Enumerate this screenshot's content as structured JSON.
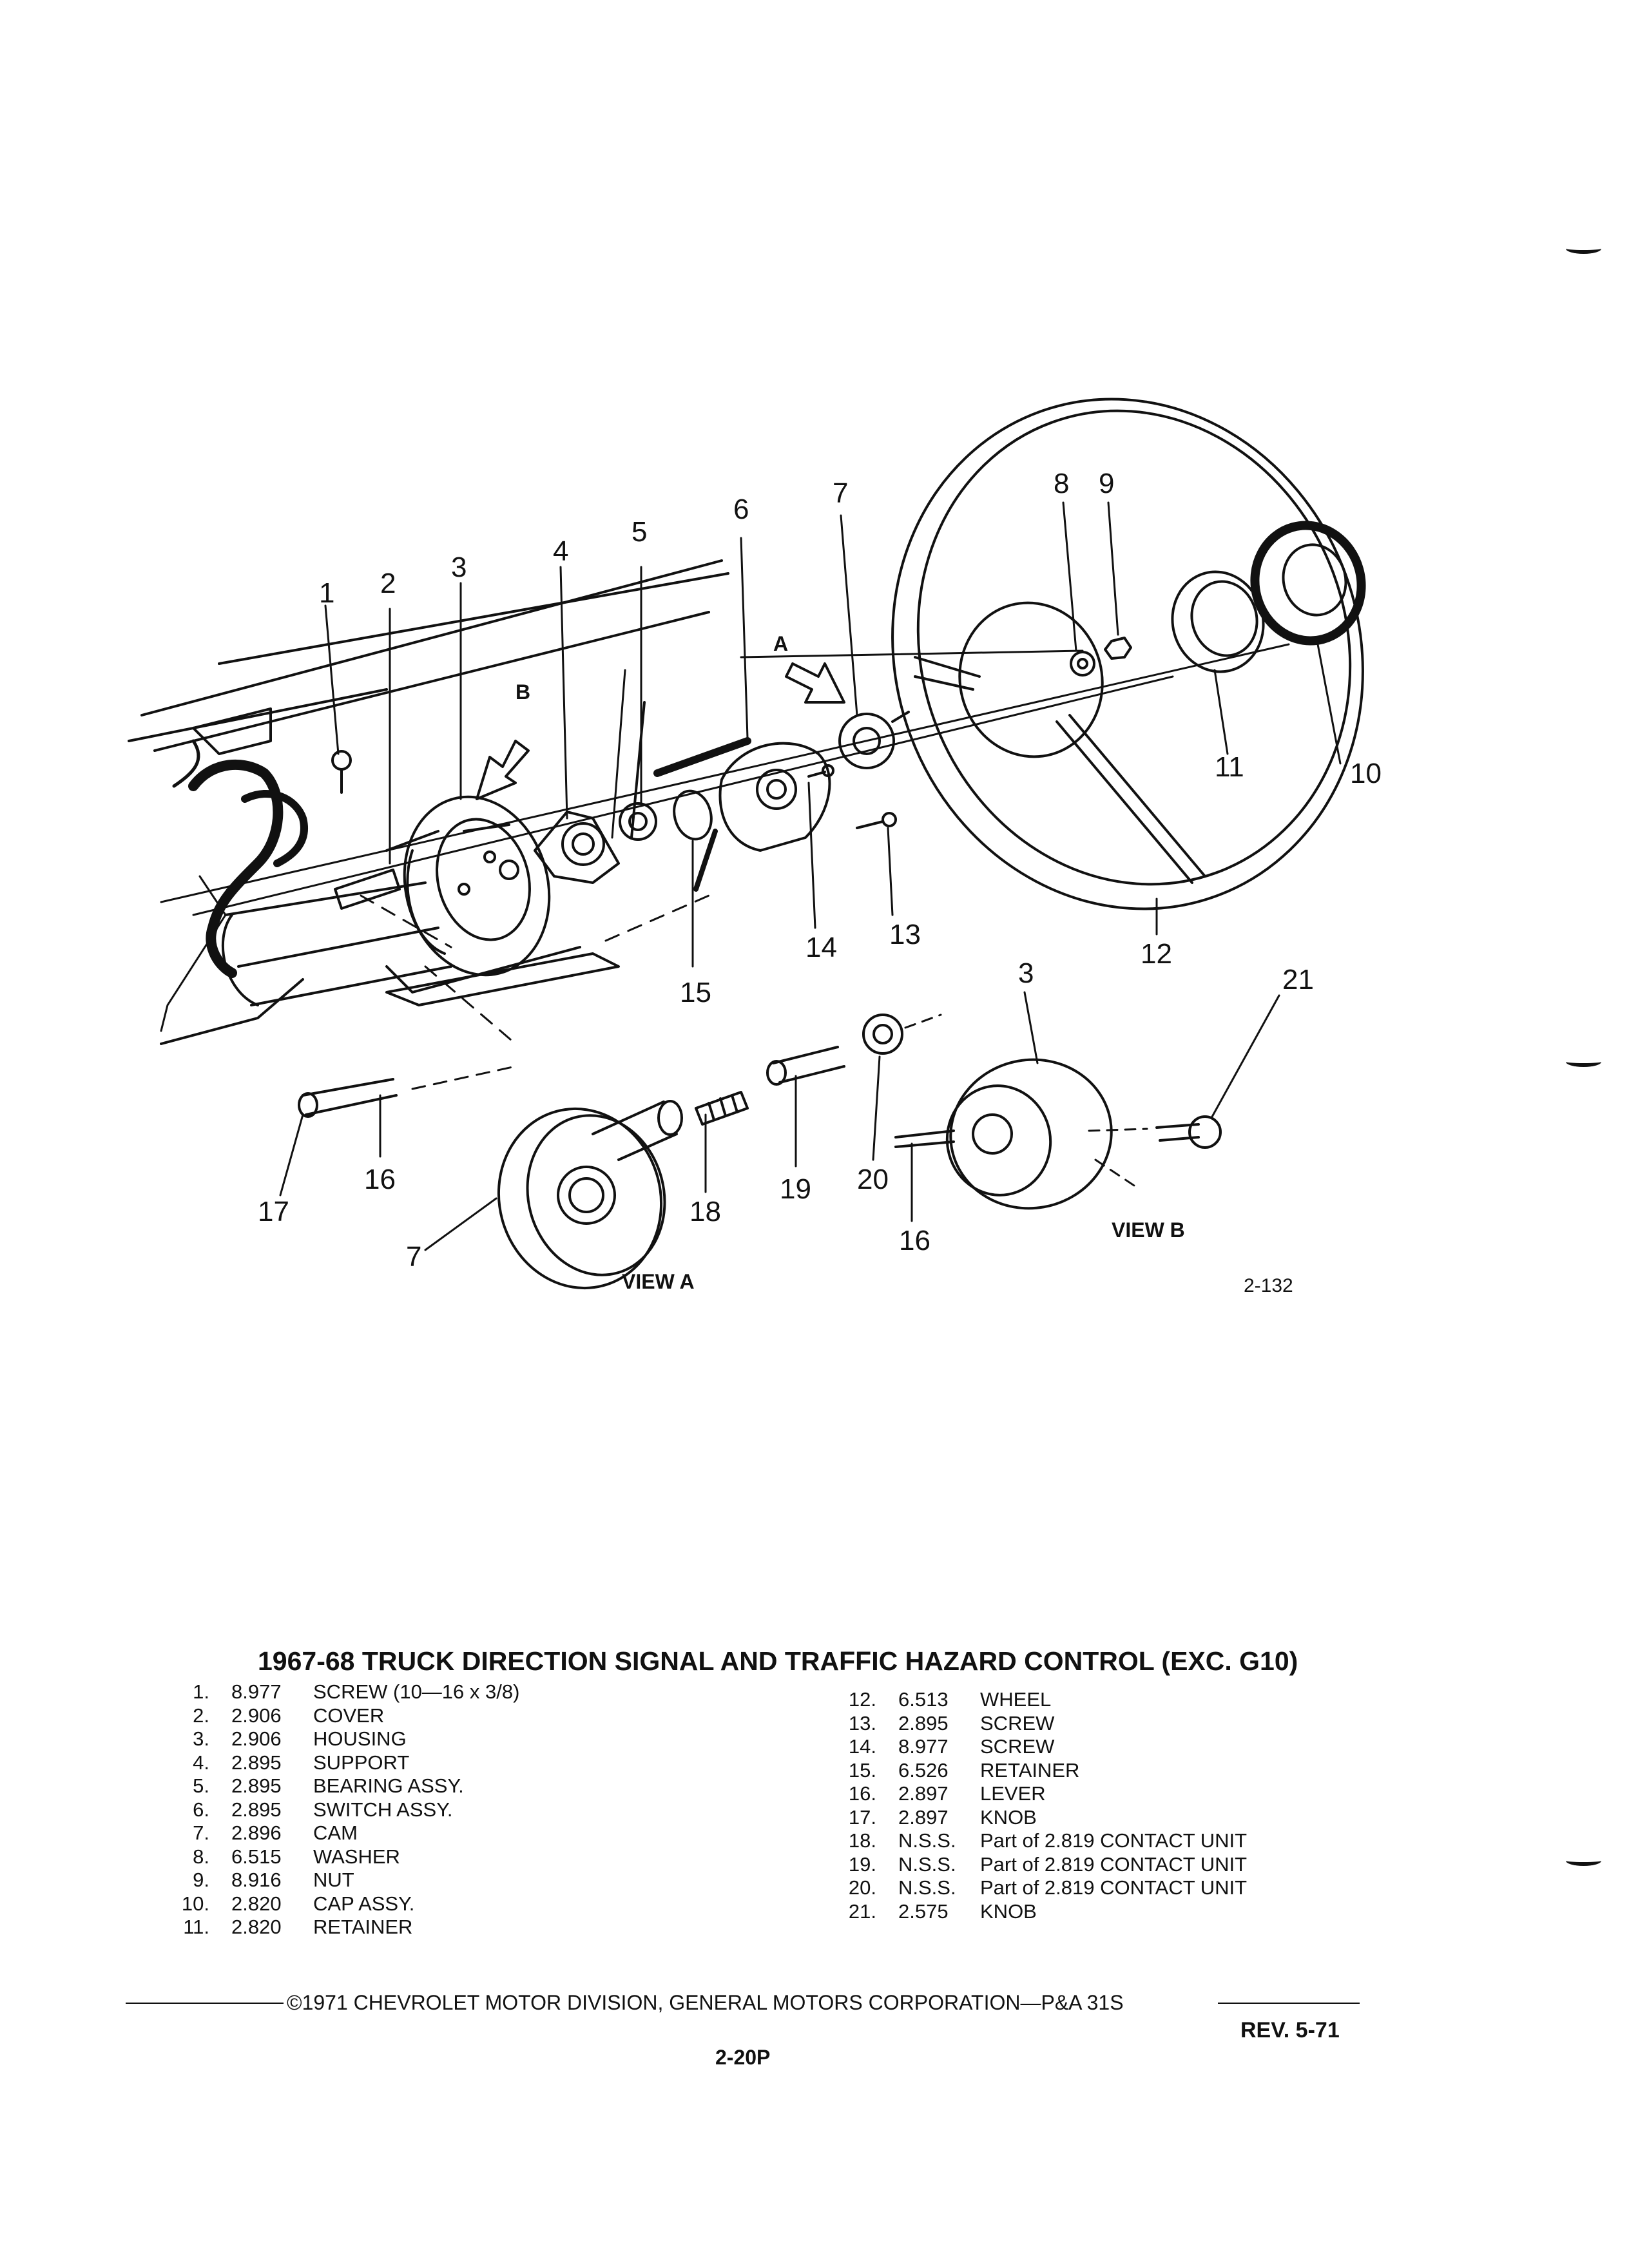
{
  "figure": {
    "callouts": [
      "1",
      "2",
      "3",
      "4",
      "5",
      "6",
      "7",
      "8",
      "9",
      "10",
      "11",
      "12",
      "13",
      "14",
      "15",
      "16",
      "17",
      "18",
      "19",
      "20",
      "21",
      "3",
      "7",
      "16"
    ],
    "view_arrow_labels": [
      "A",
      "B"
    ],
    "view_a_label": "VIEW A",
    "view_b_label": "VIEW B",
    "figure_number": "2-132"
  },
  "title": "1967-68 TRUCK DIRECTION SIGNAL AND TRAFFIC HAZARD CONTROL (EXC. G10)",
  "parts_left": [
    {
      "num": "1.",
      "code": "8.977",
      "desc": "SCREW (10—16 x 3/8)"
    },
    {
      "num": "2.",
      "code": "2.906",
      "desc": "COVER"
    },
    {
      "num": "3.",
      "code": "2.906",
      "desc": "HOUSING"
    },
    {
      "num": "4.",
      "code": "2.895",
      "desc": "SUPPORT"
    },
    {
      "num": "5.",
      "code": "2.895",
      "desc": "BEARING ASSY."
    },
    {
      "num": "6.",
      "code": "2.895",
      "desc": "SWITCH ASSY."
    },
    {
      "num": "7.",
      "code": "2.896",
      "desc": "CAM"
    },
    {
      "num": "8.",
      "code": "6.515",
      "desc": "WASHER"
    },
    {
      "num": "9.",
      "code": "8.916",
      "desc": "NUT"
    },
    {
      "num": "10.",
      "code": "2.820",
      "desc": "CAP ASSY."
    },
    {
      "num": "11.",
      "code": "2.820",
      "desc": "RETAINER"
    }
  ],
  "parts_right": [
    {
      "num": "12.",
      "code": "6.513",
      "desc": "WHEEL"
    },
    {
      "num": "13.",
      "code": "2.895",
      "desc": "SCREW"
    },
    {
      "num": "14.",
      "code": "8.977",
      "desc": "SCREW"
    },
    {
      "num": "15.",
      "code": "6.526",
      "desc": "RETAINER"
    },
    {
      "num": "16.",
      "code": "2.897",
      "desc": "LEVER"
    },
    {
      "num": "17.",
      "code": "2.897",
      "desc": "KNOB"
    },
    {
      "num": "18.",
      "code": "N.S.S.",
      "desc": "Part of 2.819 CONTACT UNIT"
    },
    {
      "num": "19.",
      "code": "N.S.S.",
      "desc": "Part of 2.819 CONTACT UNIT"
    },
    {
      "num": "20.",
      "code": "N.S.S.",
      "desc": "Part of 2.819 CONTACT UNIT"
    },
    {
      "num": "21.",
      "code": "2.575",
      "desc": "KNOB"
    }
  ],
  "footer": {
    "copyright": "©1971 CHEVROLET MOTOR DIVISION, GENERAL MOTORS CORPORATION—P&A 31S",
    "revision": "REV. 5-71",
    "page_number": "2-20P"
  }
}
